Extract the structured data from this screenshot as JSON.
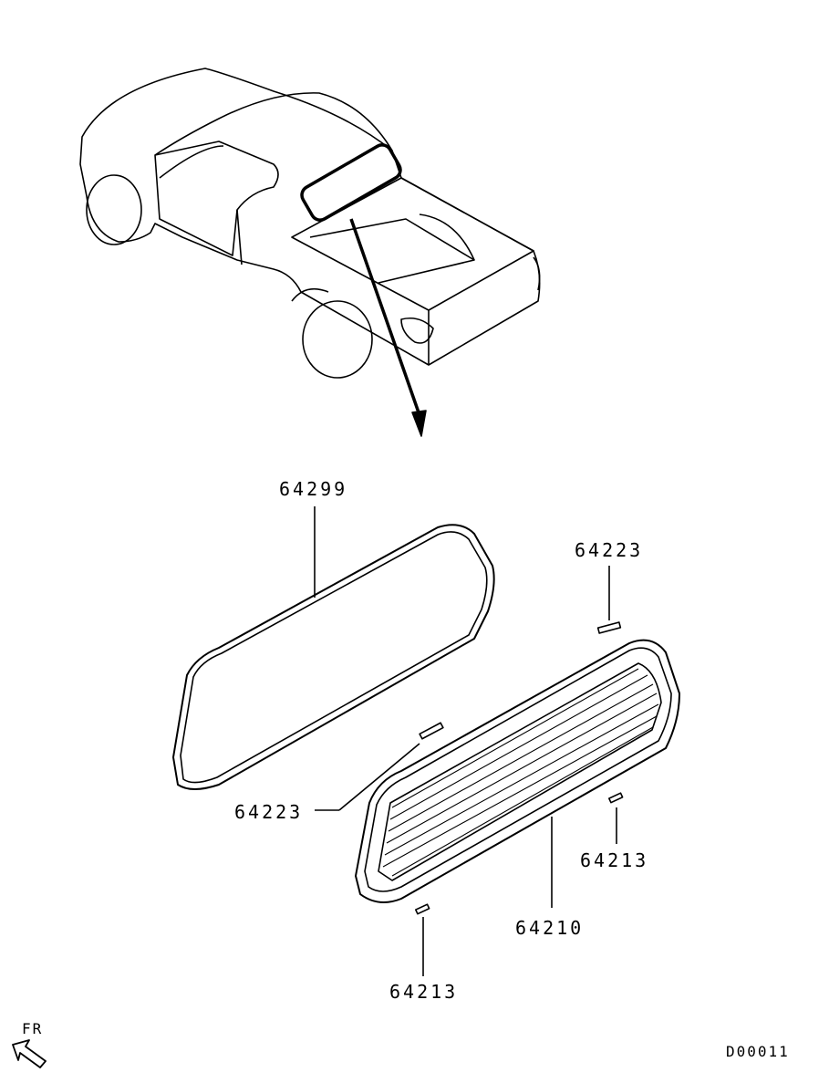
{
  "diagram": {
    "callouts": {
      "weatherstrip": "64299",
      "spacer_top": "64223",
      "spacer_left": "64223",
      "fastener_right": "64213",
      "glass": "64210",
      "fastener_bottom": "64213"
    },
    "direction_label": "FR",
    "diagram_code": "D00011"
  },
  "colors": {
    "line": "#000000",
    "background": "#ffffff"
  }
}
